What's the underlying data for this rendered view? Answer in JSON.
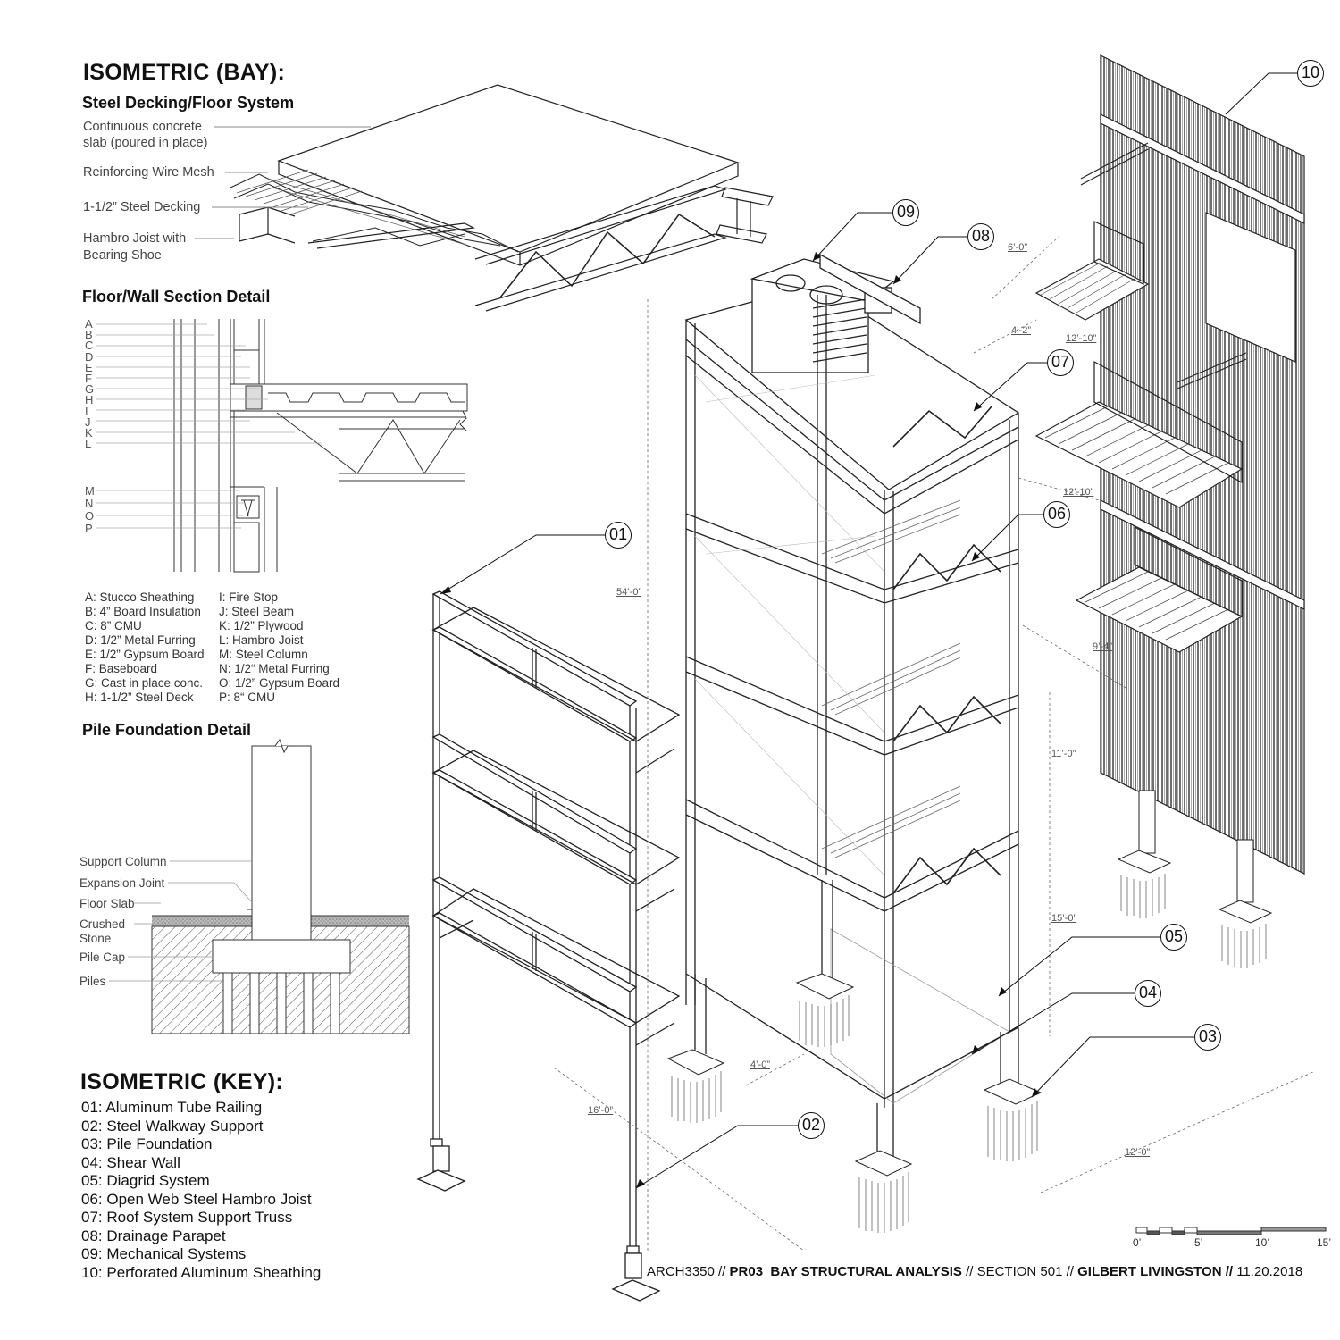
{
  "headings": {
    "isometric_bay": "ISOMETRIC (BAY):",
    "steel_decking": "Steel Decking/Floor System",
    "floor_wall": "Floor/Wall Section Detail",
    "pile_foundation": "Pile Foundation Detail",
    "isometric_key": "ISOMETRIC (KEY):"
  },
  "decking_labels": [
    "Continuous concrete",
    "slab (poured in place)",
    "Reinforcing Wire Mesh",
    "1-1/2” Steel Decking",
    "Hambro Joist with",
    "Bearing Shoe"
  ],
  "section_letters": [
    "A",
    "B",
    "C",
    "D",
    "E",
    "F",
    "G",
    "H",
    "I",
    "J",
    "K",
    "L"
  ],
  "section_letters_lower": [
    "M",
    "N",
    "O",
    "P"
  ],
  "section_legend_left": [
    "A: Stucco Sheathing",
    "B: 4” Board Insulation",
    "C: 8” CMU",
    "D: 1/2” Metal Furring",
    "E: 1/2” Gypsum Board",
    "F: Baseboard",
    "G: Cast in place conc.",
    "H: 1-1/2” Steel Deck"
  ],
  "section_legend_right": [
    "I: Fire Stop",
    "J: Steel Beam",
    "K: 1/2” Plywood",
    "L: Hambro Joist",
    "M: Steel Column",
    "N: 1/2“ Metal Furring",
    "O: 1/2” Gypsum Board",
    "P: 8“ CMU"
  ],
  "pile_labels": [
    "Support Column",
    "Expansion Joint",
    "Floor Slab",
    "Crushed",
    "Stone",
    "Pile Cap",
    "Piles"
  ],
  "key_items": [
    "01: Aluminum Tube Railing",
    "02: Steel Walkway Support",
    "03: Pile Foundation",
    "04: Shear Wall",
    "05: Diagrid System",
    "06: Open Web Steel Hambro Joist",
    "07: Roof System Support Truss",
    "08: Drainage Parapet",
    "09: Mechanical Systems",
    "10: Perforated Aluminum Sheathing"
  ],
  "callouts": [
    "01",
    "02",
    "03",
    "04",
    "05",
    "06",
    "07",
    "08",
    "09",
    "10"
  ],
  "dimensions": [
    "6’-0”",
    "4’-2”",
    "12’-10”",
    "12’-10”",
    "9’-4”",
    "54’-0”",
    "11’-0”",
    "15’-0”",
    "4’-0”",
    "16’-0”",
    "12’-0”"
  ],
  "scale_bar": [
    "0’",
    "5’",
    "10’",
    "15’"
  ],
  "footer": {
    "course": "ARCH3350 //",
    "project": "PR03_BAY STRUCTURAL ANALYSIS",
    "section": "// SECTION 501 //",
    "author": "GILBERT LIVINGSTON //",
    "date": "11.20.2018"
  }
}
